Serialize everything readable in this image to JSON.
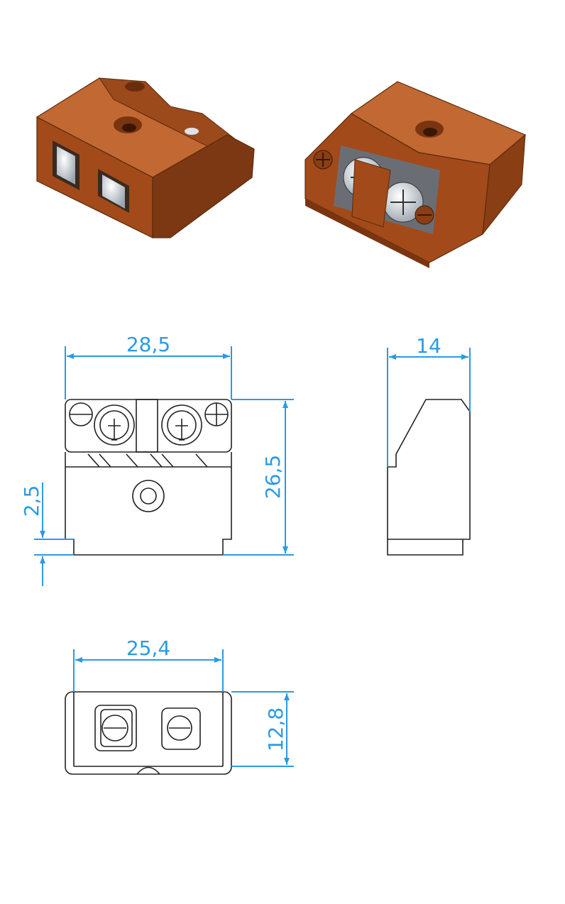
{
  "colors": {
    "body": "#a8501e",
    "body_dark": "#7a3712",
    "body_light": "#c8703c",
    "dimension": "#2a9ae6",
    "outline": "#222222",
    "screw": "#dde4ec"
  },
  "dimensions": {
    "front_width": "28,5",
    "front_height": "26,5",
    "front_foot": "2,5",
    "side_depth": "14",
    "bottom_width": "25,4",
    "bottom_height": "12,8"
  }
}
